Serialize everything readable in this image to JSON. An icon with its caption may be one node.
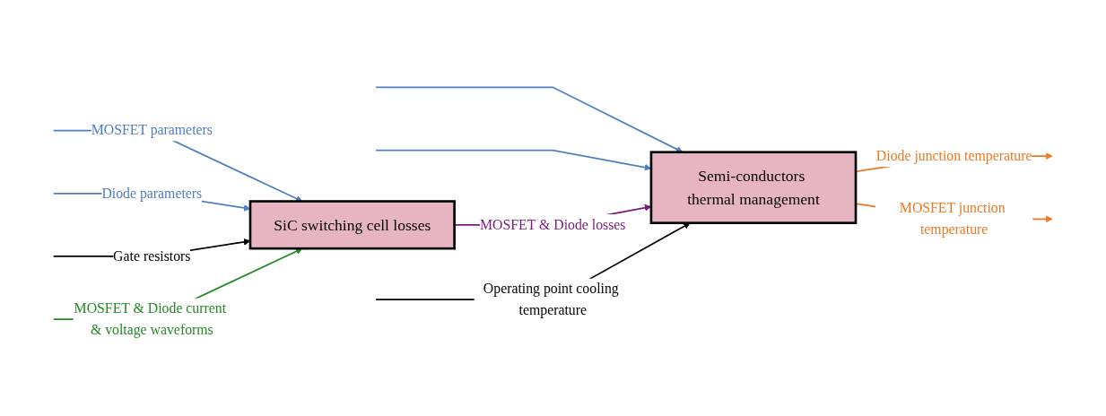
{
  "diagram": {
    "nodes": [
      {
        "text": [
          "SiC switching cell losses"
        ]
      },
      {
        "text": [
          "Semi-conductors thermal management"
        ]
      }
    ],
    "edges": [
      {
        "from": null,
        "to": 0,
        "arrow": "to",
        "label": "MOSFET parameters"
      },
      {
        "from": null,
        "to": 1,
        "arrow": "to"
      },
      {
        "from": null,
        "to": 0,
        "arrow": "to",
        "label": "Diode parameters"
      },
      {
        "from": null,
        "to": 1,
        "arrow": "to"
      },
      {
        "from": null,
        "to": 0,
        "arrow": "to",
        "label": "Gate resistors",
        "color": "#000000"
      },
      {
        "from": null,
        "to": 0,
        "arrow": "to",
        "label": "MOSFET & Diode current & voltage waveforms",
        "color": "#238a23"
      },
      {
        "from": 0,
        "to": 1,
        "arrow": "to",
        "label": "MOSFET & Diode losses",
        "color": "#7b1a7b"
      },
      {
        "from": null,
        "to": 1,
        "arrow": "to",
        "label": "Operating point cooling temperature",
        "color": "#000000"
      },
      {
        "from": 1,
        "to": null,
        "arrow": "to",
        "label": "Diode junction temperature",
        "color": "#f07820"
      },
      {
        "from": 1,
        "to": null,
        "arrow": "to",
        "label": "MOSFET junction temperature",
        "color": "#f07820"
      }
    ]
  }
}
